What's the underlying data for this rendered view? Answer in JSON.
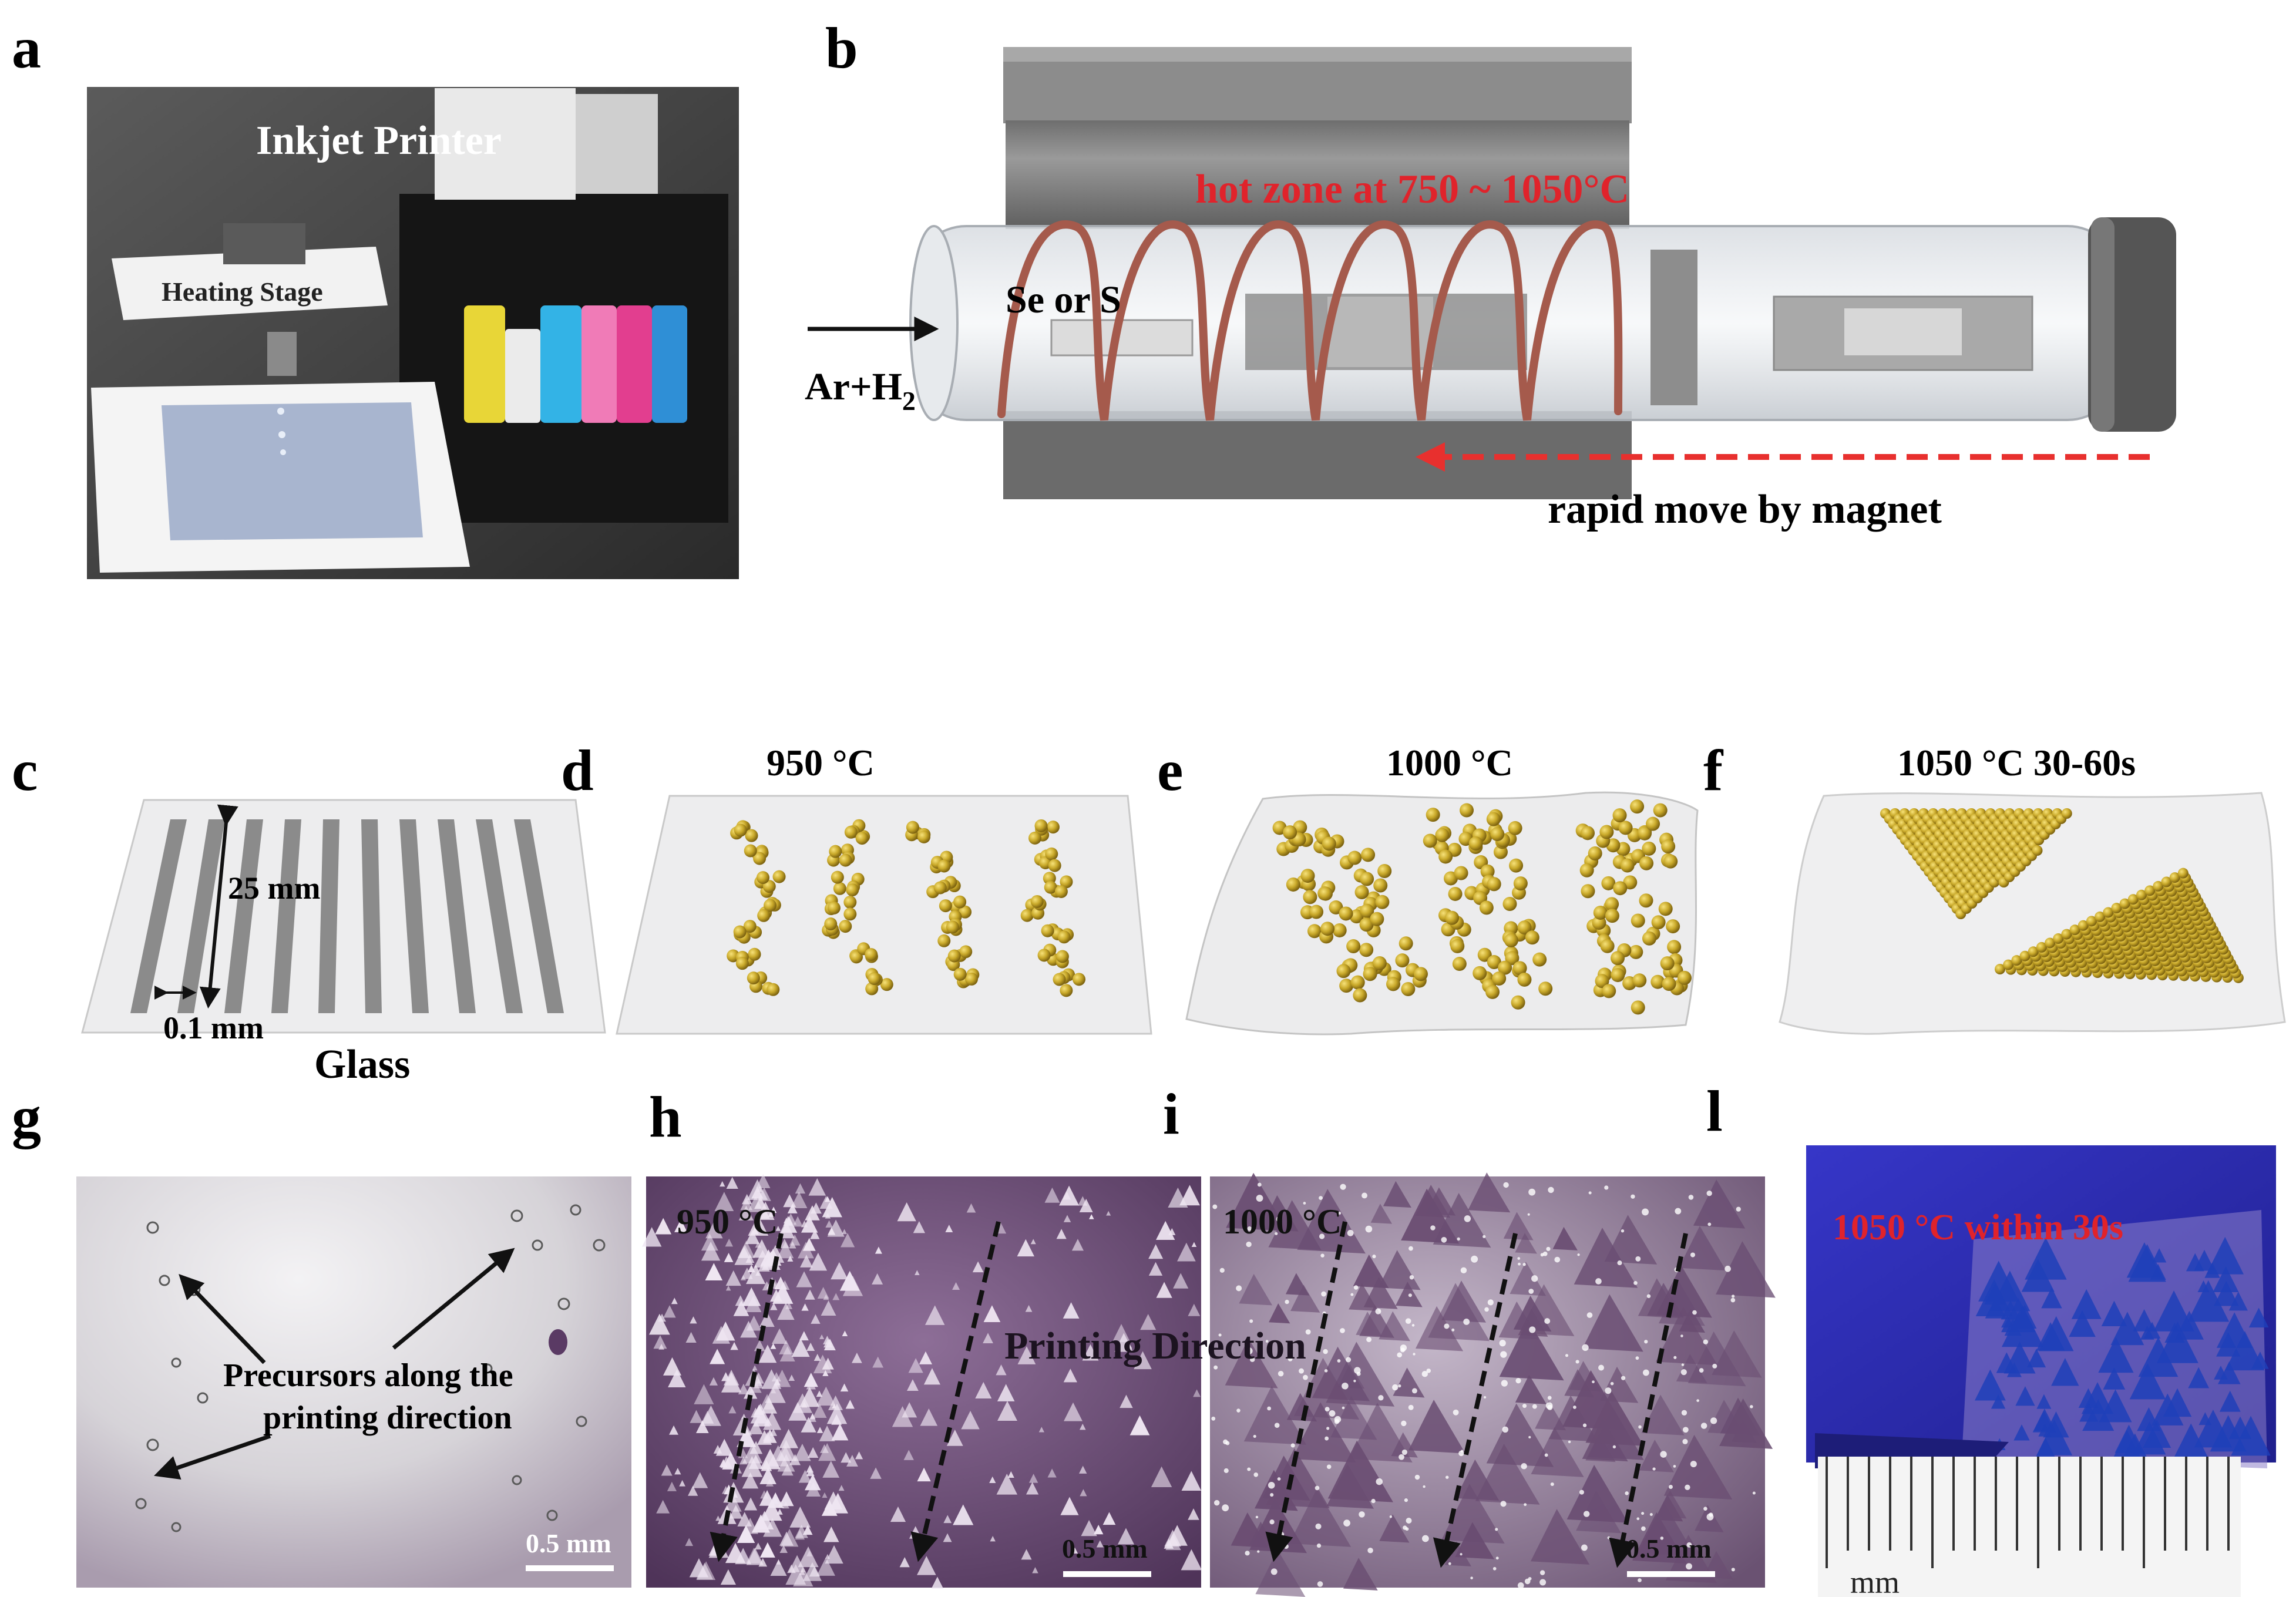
{
  "panels": {
    "a": {
      "letter": "a",
      "title": "Inkjet Printer",
      "heating_stage_label": "Heating Stage"
    },
    "b": {
      "letter": "b",
      "hot_zone_label": "hot zone at 750 ~ 1050°C",
      "source_label": "Se or S",
      "gas_label_main": "Ar+H",
      "gas_label_sub": "2",
      "magnet_label": "rapid move by magnet"
    },
    "c": {
      "letter": "c",
      "length_label": "25 mm",
      "width_label": "0.1 mm",
      "substrate_label": "Glass"
    },
    "d": {
      "letter": "d",
      "temperature_label": "950 °C"
    },
    "e": {
      "letter": "e",
      "temperature_label": "1000 °C"
    },
    "f": {
      "letter": "f",
      "temperature_label": "1050 °C  30-60s"
    },
    "g": {
      "letter": "g",
      "annotation_line1": "Precursors along the",
      "annotation_line2": "printing direction",
      "scale_label": "0.5 mm"
    },
    "h": {
      "letter": "h",
      "temperature_label": "950 °C",
      "direction_label": "Printing Direction",
      "scale_label": "0.5 mm"
    },
    "i": {
      "letter": "i",
      "temperature_label": "1000 °C",
      "scale_label": "0.5 mm"
    },
    "l": {
      "letter": "l",
      "temperature_label": "1050 °C within 30s",
      "ruler_unit": "mm"
    }
  },
  "colors": {
    "hot_zone_red": "#e0232b",
    "arrow_red": "#e8302e",
    "crystal_gold": "#c9a92a",
    "micrograph_purple": "#6f4f79",
    "uv_blue": "#2c2fb0"
  }
}
